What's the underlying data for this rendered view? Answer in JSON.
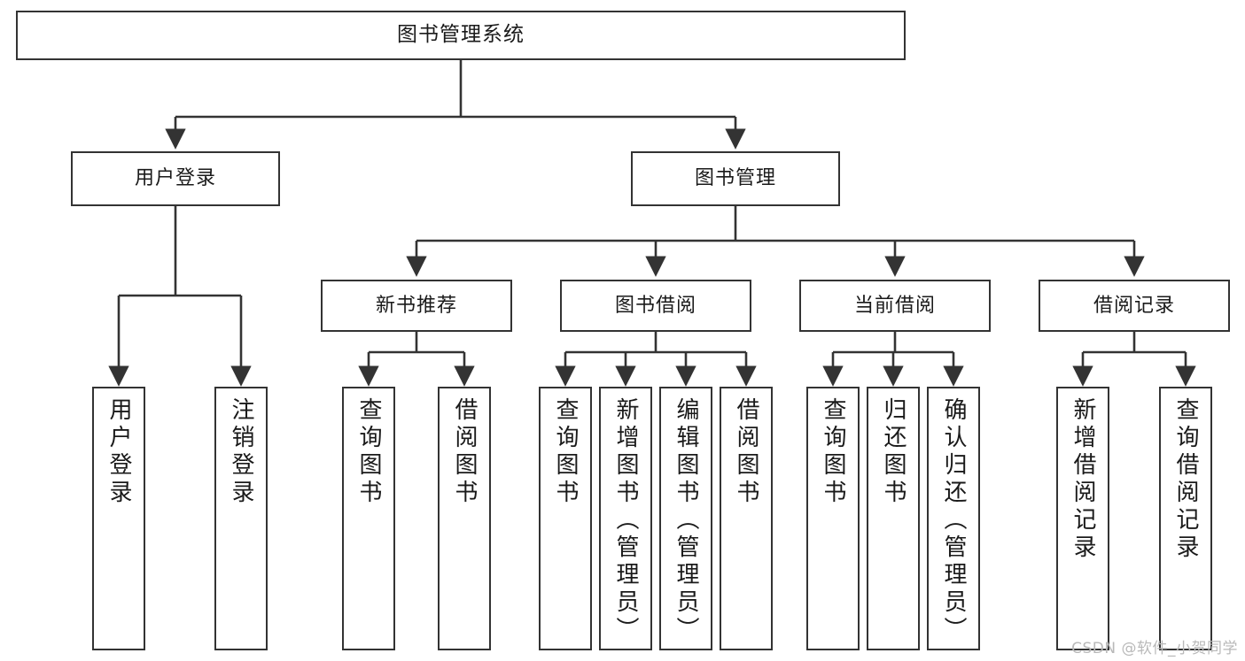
{
  "diagram": {
    "title": "图书管理系统",
    "type": "tree",
    "colors": {
      "box_border": "#333333",
      "box_fill": "#ffffff",
      "edge": "#333333",
      "text": "#1a1a1a",
      "watermark": "#b9b9b9",
      "background": "#ffffff"
    },
    "root": {
      "label": "图书管理系统"
    },
    "level2": [
      {
        "id": "user-login",
        "label": "用户登录"
      },
      {
        "id": "book-manage",
        "label": "图书管理"
      }
    ],
    "level3": [
      {
        "id": "new-book-rec",
        "label": "新书推荐"
      },
      {
        "id": "book-borrow",
        "label": "图书借阅"
      },
      {
        "id": "current-borrow",
        "label": "当前借阅"
      },
      {
        "id": "borrow-record",
        "label": "借阅记录"
      }
    ],
    "leaves": [
      {
        "id": "leaf-user-login",
        "label": "用户登录",
        "parent": "user-login"
      },
      {
        "id": "leaf-logout-login",
        "label": "注销登录",
        "parent": "user-login"
      },
      {
        "id": "leaf-query-book-1",
        "label": "查询图书",
        "parent": "new-book-rec"
      },
      {
        "id": "leaf-borrow-book-1",
        "label": "借阅图书",
        "parent": "new-book-rec"
      },
      {
        "id": "leaf-query-book-2",
        "label": "查询图书",
        "parent": "book-borrow"
      },
      {
        "id": "leaf-add-book",
        "label": "新增图书（管理员）",
        "parent": "book-borrow"
      },
      {
        "id": "leaf-edit-book",
        "label": "编辑图书（管理员）",
        "parent": "book-borrow"
      },
      {
        "id": "leaf-borrow-book-2",
        "label": "借阅图书",
        "parent": "book-borrow"
      },
      {
        "id": "leaf-query-book-3",
        "label": "查询图书",
        "parent": "current-borrow"
      },
      {
        "id": "leaf-return-book",
        "label": "归还图书",
        "parent": "current-borrow"
      },
      {
        "id": "leaf-confirm-return",
        "label": "确认归还（管理员）",
        "parent": "current-borrow"
      },
      {
        "id": "leaf-add-record",
        "label": "新增借阅记录",
        "parent": "borrow-record"
      },
      {
        "id": "leaf-query-record",
        "label": "查询借阅记录",
        "parent": "borrow-record"
      }
    ],
    "watermark": "CSDN @软件_小贺同学"
  }
}
